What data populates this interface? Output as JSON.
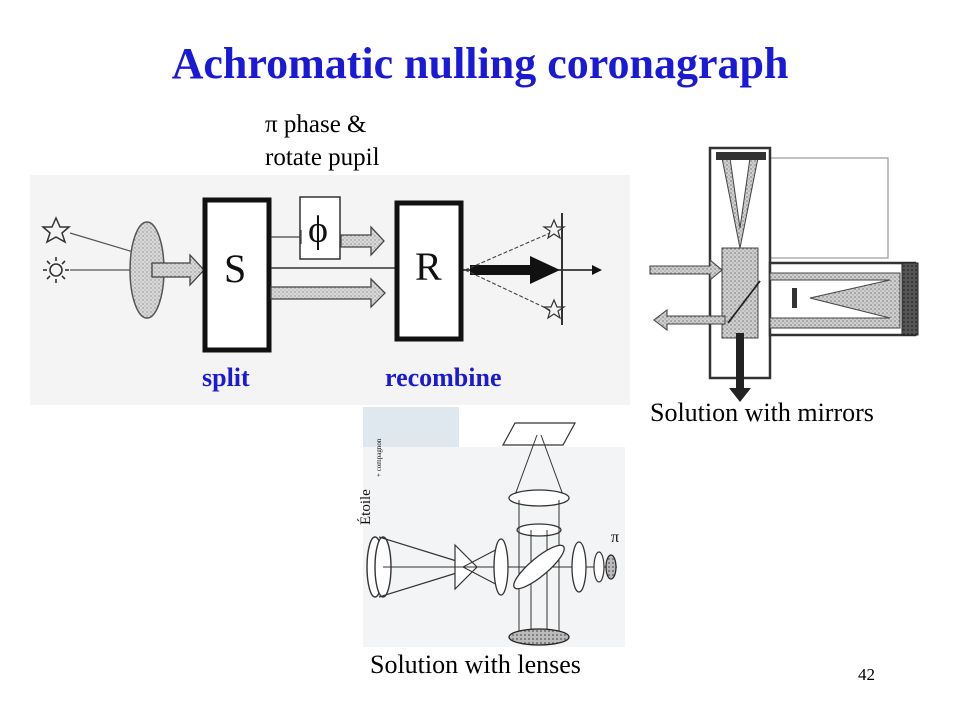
{
  "title": "Achromatic nulling coronagraph",
  "phase_note": [
    "π phase &",
    "rotate pupil"
  ],
  "labels": {
    "split": "split",
    "recombine": "recombine",
    "box_s": "S",
    "box_r": "R",
    "phi": "ϕ",
    "pi": "π",
    "etoile": "Étoile",
    "etoile_sub": "+ compagnon"
  },
  "captions": {
    "mirrors": "Solution with mirrors",
    "lenses": "Solution with lenses"
  },
  "page_number": "42",
  "colors": {
    "accent": "#1a1ad6"
  }
}
